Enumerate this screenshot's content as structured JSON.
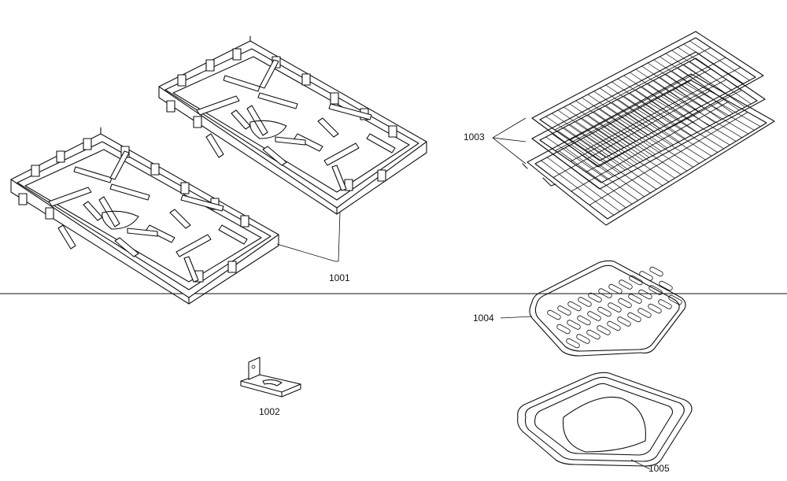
{
  "parts": [
    {
      "id": "grates",
      "label": "1001"
    },
    {
      "id": "bracket",
      "label": "1002"
    },
    {
      "id": "oven-racks",
      "label": "1003"
    },
    {
      "id": "broiler-grid",
      "label": "1004"
    },
    {
      "id": "broiler-pan",
      "label": "1005"
    }
  ],
  "colors": {
    "line": "#111111",
    "background": "#ffffff"
  }
}
